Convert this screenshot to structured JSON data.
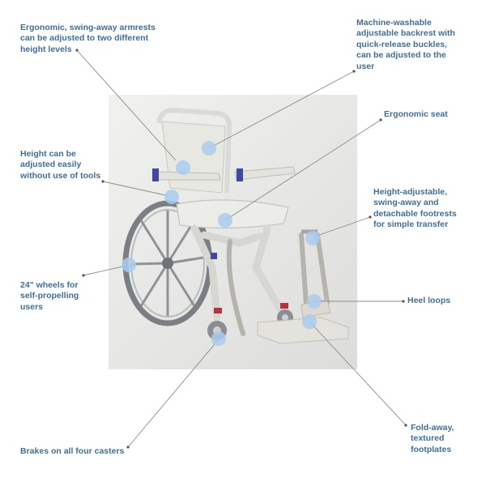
{
  "callouts": {
    "armrests": "Ergonomic, swing-away armrests\ncan be adjusted to two different\nheight levels",
    "backrest": "Machine-washable\nadjustable backrest with\nquick-release buckles,\ncan be adjusted to the\nuser",
    "seat": "Ergonomic seat",
    "height": "Height can be\nadjusted easily\nwithout use of tools",
    "footrests": "Height-adjustable,\nswing-away and\ndetachable footrests\nfor simple transfer",
    "wheels": "24\" wheels for\nself-propelling\nusers",
    "heel_loops": "Heel loops",
    "brakes": "Brakes on all four casters",
    "footplates": "Fold-away,\ntextured\nfootplates"
  },
  "colors": {
    "label_text": "#3f6f99",
    "hotspot": "#a9cbef",
    "leader_line": "#8a8a8a"
  }
}
